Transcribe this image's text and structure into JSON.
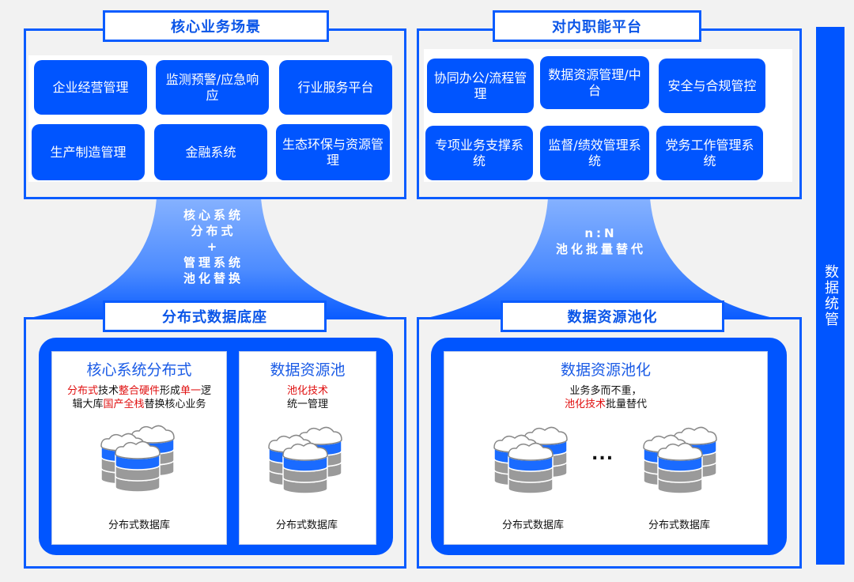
{
  "top_left": {
    "title": "核心业务场景",
    "tiles": [
      "企业经营管理",
      "监测预警/应急响应",
      "行业服务平台",
      "生产制造管理",
      "金融系统",
      "生态环保与资源管理"
    ]
  },
  "top_right": {
    "title": "对内职能平台",
    "tiles": [
      "协同办公/流程管理",
      "数据资源管理/中台",
      "安全与合规管控",
      "专项业务支撑系统",
      "监督/绩效管理系统",
      "党务工作管理系统"
    ]
  },
  "funnel_left": {
    "lines": [
      "核心系统",
      "分布式",
      "+",
      "管理系统",
      "池化替换"
    ]
  },
  "funnel_right": {
    "lines": [
      "n:N",
      "池化批量替代"
    ]
  },
  "bottom_left": {
    "title": "分布式数据底座",
    "card1": {
      "title": "核心系统分布式",
      "desc_segments": [
        {
          "text": "分布式",
          "red": true
        },
        {
          "text": "技术",
          "red": false
        },
        {
          "text": "整合硬件",
          "red": true
        },
        {
          "text": "形成",
          "red": false
        },
        {
          "text": "单一",
          "red": true
        },
        {
          "text": "逻辑大库",
          "red": false
        },
        {
          "text": "国产全栈",
          "red": true
        },
        {
          "text": "替换核心业务",
          "red": false
        }
      ],
      "db_label": "分布式数据库"
    },
    "card2": {
      "title": "数据资源池",
      "desc_red": "池化技术",
      "desc_black": "统一管理",
      "db_label": "分布式数据库"
    }
  },
  "bottom_right": {
    "title": "数据资源池化",
    "card": {
      "title": "数据资源池化",
      "desc_line1": "业务多而不重，",
      "desc_red": "池化技术",
      "desc_black": "批量替代",
      "ellipsis": "...",
      "db_labels": [
        "分布式数据库",
        "分布式数据库"
      ]
    }
  },
  "side": {
    "label": "数据统管"
  },
  "colors": {
    "primary_blue": "#0055ff",
    "highlight_red": "#e01010",
    "background": "#f2f2f2"
  }
}
